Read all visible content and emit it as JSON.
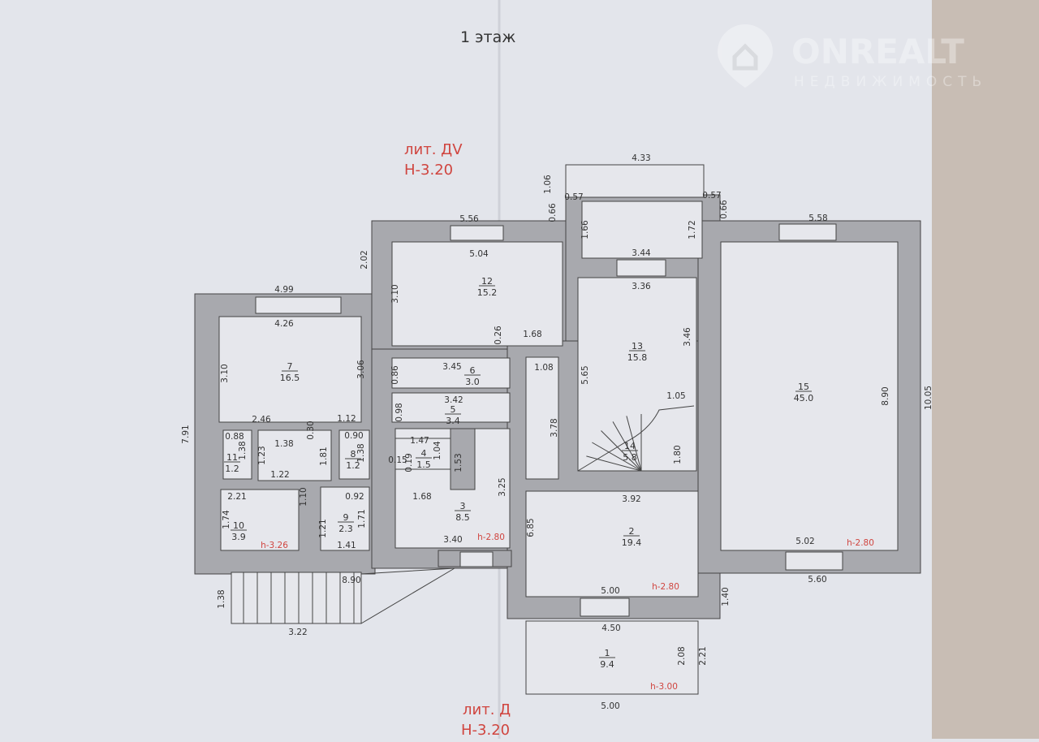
{
  "title": "1 этаж",
  "watermark": {
    "brand": "ONREALT",
    "subtitle": "НЕДВИЖИМОСТЬ"
  },
  "litera_top": {
    "name": "лит. ДV",
    "height": "Н-3.20"
  },
  "litera_bottom": {
    "name": "лит. Д",
    "height": "Н-3.20"
  },
  "colors": {
    "paper": "#e3e5eb",
    "wall": "#a8a9ae",
    "red_text": "#d0453f",
    "edge": "#c8bdb4"
  },
  "rooms": [
    {
      "number": "12",
      "area": "15.2"
    },
    {
      "number": "7",
      "area": "16.5"
    },
    {
      "number": "6",
      "area": "3.0"
    },
    {
      "number": "13",
      "area": "15.8"
    },
    {
      "number": "15",
      "area": "45.0"
    },
    {
      "number": "5",
      "area": "3.4"
    },
    {
      "number": "8",
      "area": "1.2"
    },
    {
      "number": "4",
      "area": "1.5"
    },
    {
      "number": "14",
      "area": "5.8"
    },
    {
      "number": "11",
      "area": "1.2"
    },
    {
      "number": "10",
      "area": "3.9"
    },
    {
      "number": "9",
      "area": "2.3"
    },
    {
      "number": "3",
      "area": "8.5"
    },
    {
      "number": "2",
      "area": "19.4"
    },
    {
      "number": "1",
      "area": "9.4"
    }
  ],
  "heights": [
    "h-2.80",
    "h-3.26",
    "h-2.80",
    "h-2.80",
    "h-3.00"
  ],
  "dims": [
    "5.56",
    "4.33",
    "1.06",
    "0.57",
    "0.57",
    "0.66",
    "0.66",
    "1.66",
    "1.72",
    "3.44",
    "3.36",
    "5.58",
    "2.02",
    "5.04",
    "3.10",
    "4.99",
    "4.26",
    "3.10",
    "3.06",
    "0.26",
    "1.68",
    "1.08",
    "3.45",
    "0.86",
    "3.46",
    "5.65",
    "8.90",
    "10.05",
    "7.91",
    "1.12",
    "0.98",
    "3.42",
    "1.05",
    "3.78",
    "2.46",
    "0.30",
    "0.88",
    "0.90",
    "1.38",
    "1.47",
    "1.04",
    "1.38",
    "1.23",
    "1.81",
    "1.38",
    "0.15",
    "0.19",
    "1.53",
    "1.80",
    "1.22",
    "2.21",
    "1.10",
    "0.92",
    "1.68",
    "3.92",
    "3.25",
    "6.85",
    "1.74",
    "1.21",
    "1.71",
    "3.40",
    "1.41",
    "5.02",
    "5.60",
    "8.90",
    "5.00",
    "1.40",
    "1.38",
    "3.22",
    "4.50",
    "2.08",
    "2.21",
    "5.00"
  ]
}
